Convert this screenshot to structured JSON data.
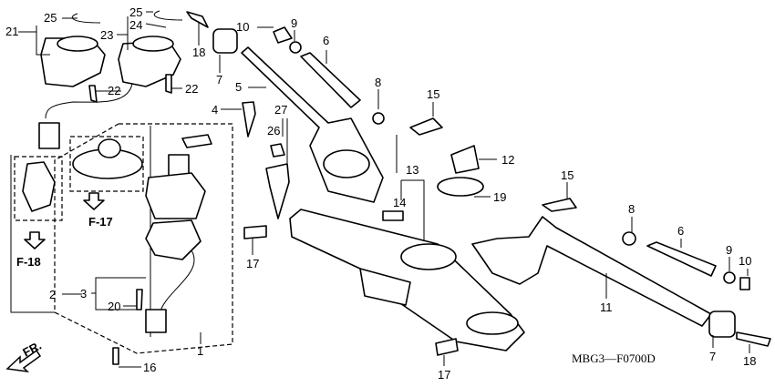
{
  "diagram": {
    "code": "MBG3—F0700D",
    "front_arrow": "FR.",
    "refs": {
      "f17": "F-17",
      "f18": "F-18"
    },
    "callouts": {
      "c25a": "25",
      "c21": "21",
      "c25b": "25",
      "c24": "24",
      "c23": "23",
      "c18a": "18",
      "c10a": "10",
      "c9a": "9",
      "c6a": "6",
      "c7a": "7",
      "c5": "5",
      "c8a": "8",
      "c22a": "22",
      "c22b": "22",
      "c4": "4",
      "c27": "27",
      "c26": "26",
      "c15a": "15",
      "c12": "12",
      "c13": "13",
      "c14": "14",
      "c19": "19",
      "c15b": "15",
      "c8b": "8",
      "c6b": "6",
      "c9b": "9",
      "c10b": "10",
      "c11": "11",
      "c17a": "17",
      "c2": "2",
      "c3": "3",
      "c20": "20",
      "c1": "1",
      "c16": "16",
      "c17b": "17",
      "c7b": "7",
      "c18b": "18"
    }
  }
}
